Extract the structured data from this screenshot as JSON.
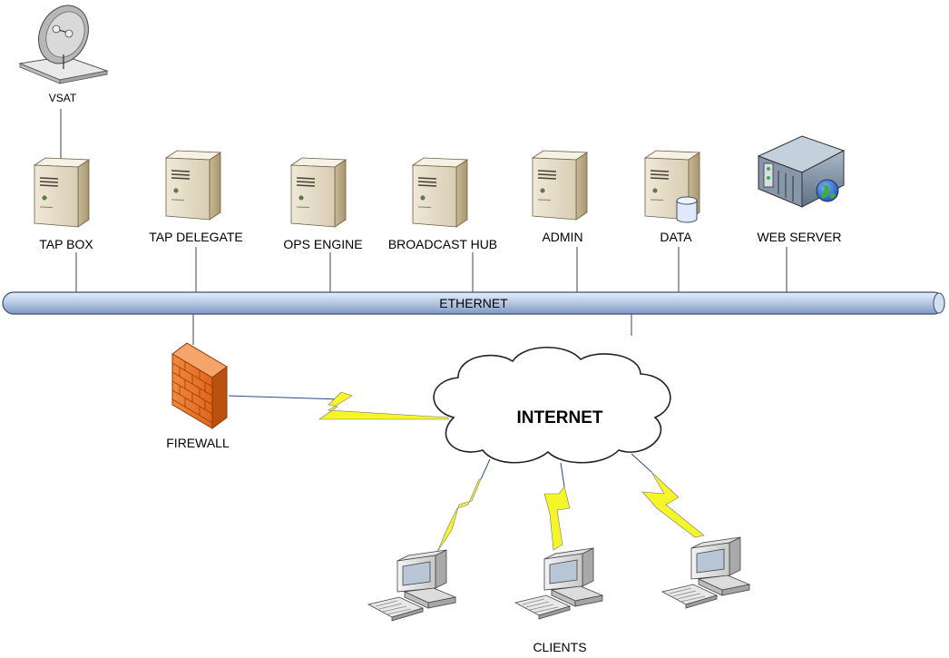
{
  "diagram": {
    "nodes": {
      "vsat": "VSAT",
      "tap_box": "TAP BOX",
      "tap_delegate": "TAP DELEGATE",
      "ops_engine": "OPS ENGINE",
      "broadcast_hub": "BROADCAST HUB",
      "admin": "ADMIN",
      "data": "DATA",
      "web_server": "WEB SERVER",
      "firewall": "FIREWALL",
      "internet": "INTERNET",
      "clients": "CLIENTS"
    },
    "bus_label": "ETHERNET"
  }
}
